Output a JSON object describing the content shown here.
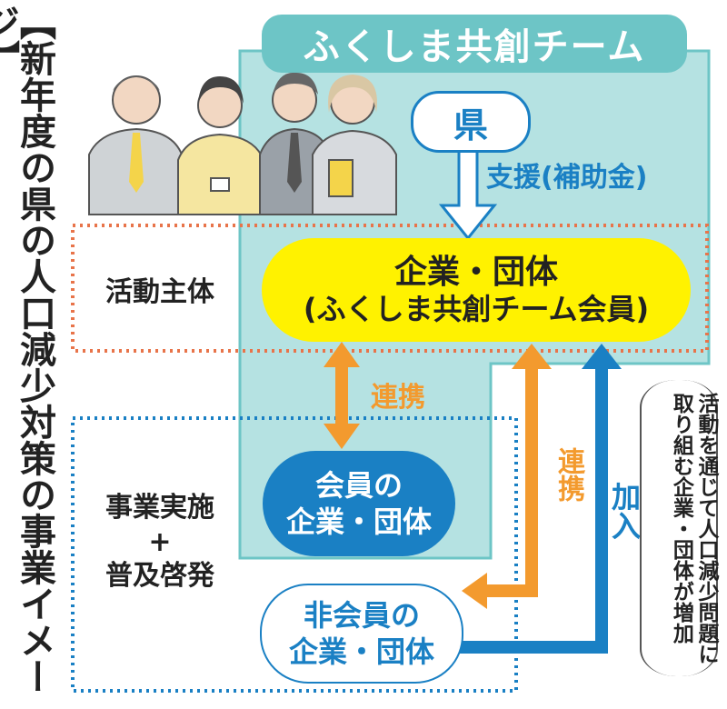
{
  "page_title": "【新年度の県の人口減少対策の事業イメージ】",
  "team_header": "ふくしま共創チーム",
  "ken": "県",
  "support": "支援(補助金)",
  "company": {
    "line1": "企業・団体",
    "line2": "(ふくしま共創チーム会員)"
  },
  "labels": {
    "actor": "活動主体",
    "implementation_line1": "事業実施",
    "implementation_plus": "+",
    "implementation_line2": "普及啓発"
  },
  "member": {
    "line1": "会員の",
    "line2": "企業・団体"
  },
  "nonmember": {
    "line1": "非会員の",
    "line2": "企業・団体"
  },
  "renkei": "連携",
  "kanyu": "加入",
  "increase_note": "活動を通じて人口減少問題に取り組む企業・団体が増加",
  "colors": {
    "teal": "#6dc5c6",
    "teal_light": "#b5e2e2",
    "blue": "#1a80c4",
    "orange": "#f39a2e",
    "yellow": "#fff200",
    "red_dotted": "#e8744a"
  }
}
